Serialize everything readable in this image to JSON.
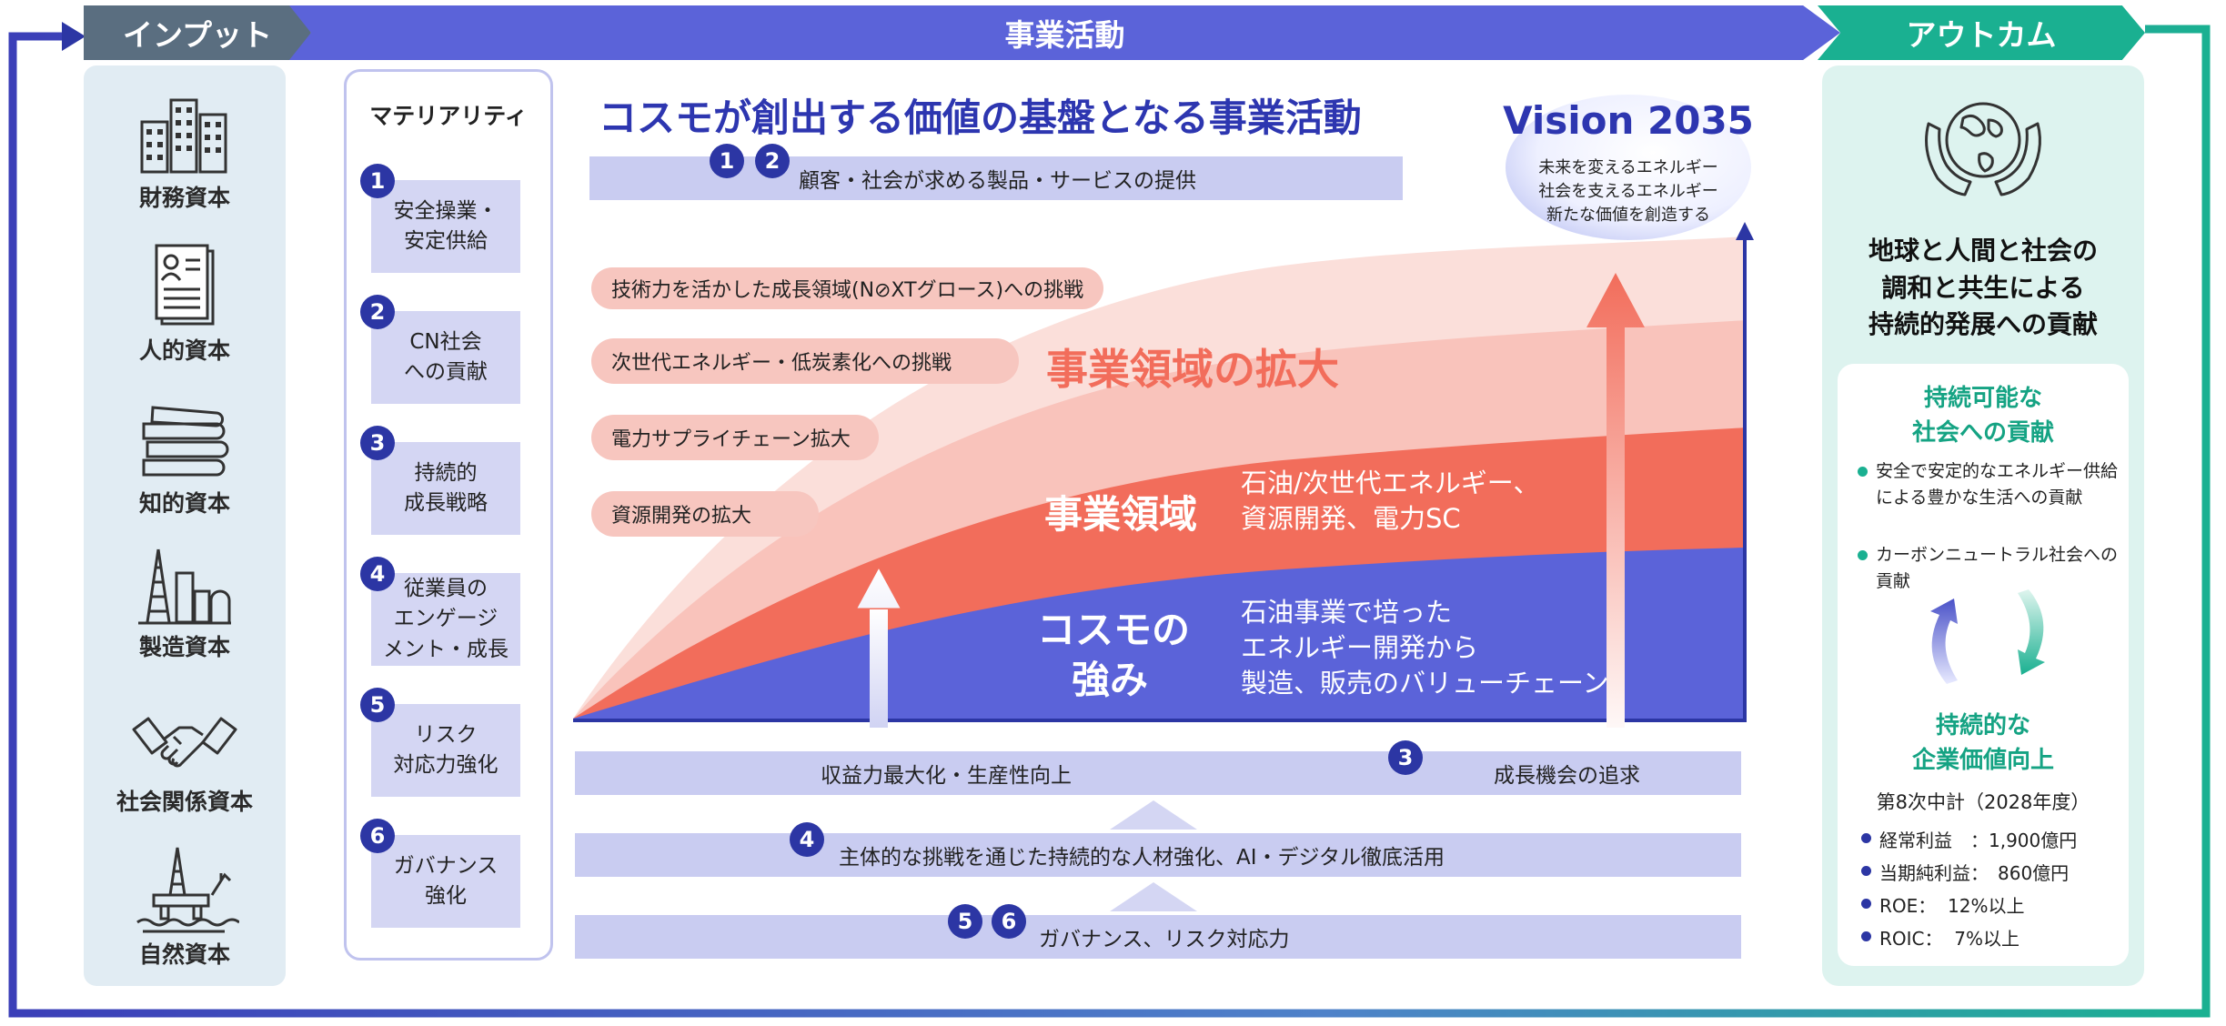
{
  "header": {
    "input": "インプット",
    "business": "事業活動",
    "outcome": "アウトカム"
  },
  "capitals": [
    {
      "icon": "building-icon",
      "label": "財務資本"
    },
    {
      "icon": "resume-icon",
      "label": "人的資本"
    },
    {
      "icon": "books-icon",
      "label": "知的資本"
    },
    {
      "icon": "factory-icon",
      "label": "製造資本"
    },
    {
      "icon": "handshake-icon",
      "label": "社会関係資本"
    },
    {
      "icon": "offshore-rig-icon",
      "label": "自然資本"
    }
  ],
  "materiality": {
    "title": "マテリアリティ",
    "items": [
      {
        "num": "1",
        "text": "安全操業・\n安定供給"
      },
      {
        "num": "2",
        "text": "CN社会\nへの貢献"
      },
      {
        "num": "3",
        "text": "持続的\n成長戦略"
      },
      {
        "num": "4",
        "text": "従業員の\nエンゲージ\nメント・成長"
      },
      {
        "num": "5",
        "text": "リスク\n対応力強化"
      },
      {
        "num": "6",
        "text": "ガバナンス\n強化"
      }
    ]
  },
  "main": {
    "title": "コスモが創出する価値の基盤となる事業活動",
    "top_bar": {
      "nums": [
        "1",
        "2"
      ],
      "text": "顧客・社会が求める製品・サービスの提供"
    },
    "pills": [
      "技術力を活かした成長領域(N⊘XTグロース)への挑戦",
      "次世代エネルギー・低炭素化への挑戦",
      "電力サプライチェーン拡大",
      "資源開発の拡大"
    ],
    "expansion_label": "事業領域の拡大",
    "domain_label": "事業領域",
    "domain_desc": "石油/次世代エネルギー、\n資源開発、電力SC",
    "strength_label": "コスモの\n強み",
    "strength_desc": "石油事業で培った\nエネルギー開発から\n製造、販売のバリューチェーン",
    "bar_profit": "収益力最大化・生産性向上",
    "bar_growth": {
      "num": "3",
      "text": "成長機会の追求"
    },
    "bar_people": {
      "num": "4",
      "text": "主体的な挑戦を通じた持続的な人材強化、AI・デジタル徹底活用"
    },
    "bar_gov": {
      "nums": [
        "5",
        "6"
      ],
      "text": "ガバナンス、リスク対応力"
    }
  },
  "vision": {
    "title": "Vision 2035",
    "lines": "未来を変えるエネルギー\n社会を支えるエネルギー\n新たな価値を創造する"
  },
  "outcome": {
    "icon": "earth-hands-icon",
    "heading": "地球と人間と社会の\n調和と共生による\n持続的発展への貢献",
    "social_heading": "持続可能な\n社会への貢献",
    "social_bullets": [
      "安全で安定的なエネルギー供給による豊かな生活への貢献",
      "カーボンニュートラル社会への貢献"
    ],
    "corporate_heading": "持続的な\n企業価値向上",
    "plan_label": "第8次中計（2028年度）",
    "kpis": [
      "経常利益　：1,900億円",
      "当期純利益：　860億円",
      "ROE：  12%以上",
      "ROIC：  7%以上"
    ]
  },
  "colors": {
    "navy": "#2c36a4",
    "business_header": "#5b63d9",
    "input_header": "#5a6e80",
    "outcome_header": "#1ab091",
    "domain_red": "#f26d5b",
    "strength_blue": "#5b63d9",
    "expansion_pink": "#f9cdc6"
  }
}
